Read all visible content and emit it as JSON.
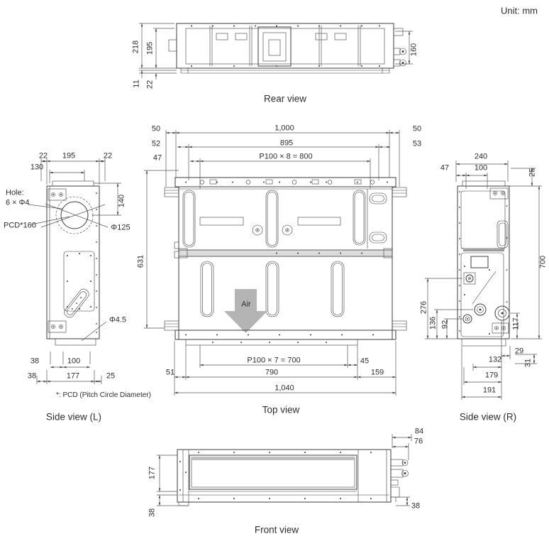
{
  "unit_label": "Unit: mm",
  "colors": {
    "line": "#3c3c3c",
    "dim": "#555555",
    "text": "#2e2e2e",
    "air_arrow": "#b4b4b4"
  },
  "views": {
    "rear": {
      "title": "Rear view",
      "d218": "218",
      "d195": "195",
      "d11": "11",
      "d22": "22",
      "d160": "160"
    },
    "top": {
      "title": "Top view",
      "air": "Air",
      "d50l": "50",
      "d1000": "1,000",
      "d50r": "50",
      "d52": "52",
      "d895": "895",
      "d53": "53",
      "d47": "47",
      "dp100x8": "P100 × 8 = 800",
      "d631": "631",
      "dp100x7": "P100 × 7 = 700",
      "d45": "45",
      "d51": "51",
      "d790": "790",
      "d159": "159",
      "d1040": "1,040"
    },
    "side_l": {
      "title": "Side view (L)",
      "d22a": "22",
      "d195": "195",
      "d22b": "22",
      "d130": "130",
      "hole_line1": "Hole:",
      "hole_line2": "6 × Φ4",
      "pcd": "PCD*160",
      "dphi125": "Φ125",
      "d140": "140",
      "dphi45": "Φ4.5",
      "d38a": "38",
      "d100": "100",
      "d38b": "38",
      "d177": "177",
      "d25": "25",
      "note": "*: PCD (Pitch Circle Diameter)"
    },
    "side_r": {
      "title": "Side view (R)",
      "d240": "240",
      "d47": "47",
      "d100": "100",
      "d25": "25",
      "d700": "700",
      "d276": "276",
      "d136": "136",
      "d92": "92",
      "d117": "117",
      "d29": "29",
      "d132": "132",
      "d31": "31",
      "d179": "179",
      "d191": "191"
    },
    "front": {
      "title": "Front view",
      "d84": "84",
      "d76": "76",
      "d177": "177",
      "d38l": "38",
      "d38r": "38"
    }
  }
}
